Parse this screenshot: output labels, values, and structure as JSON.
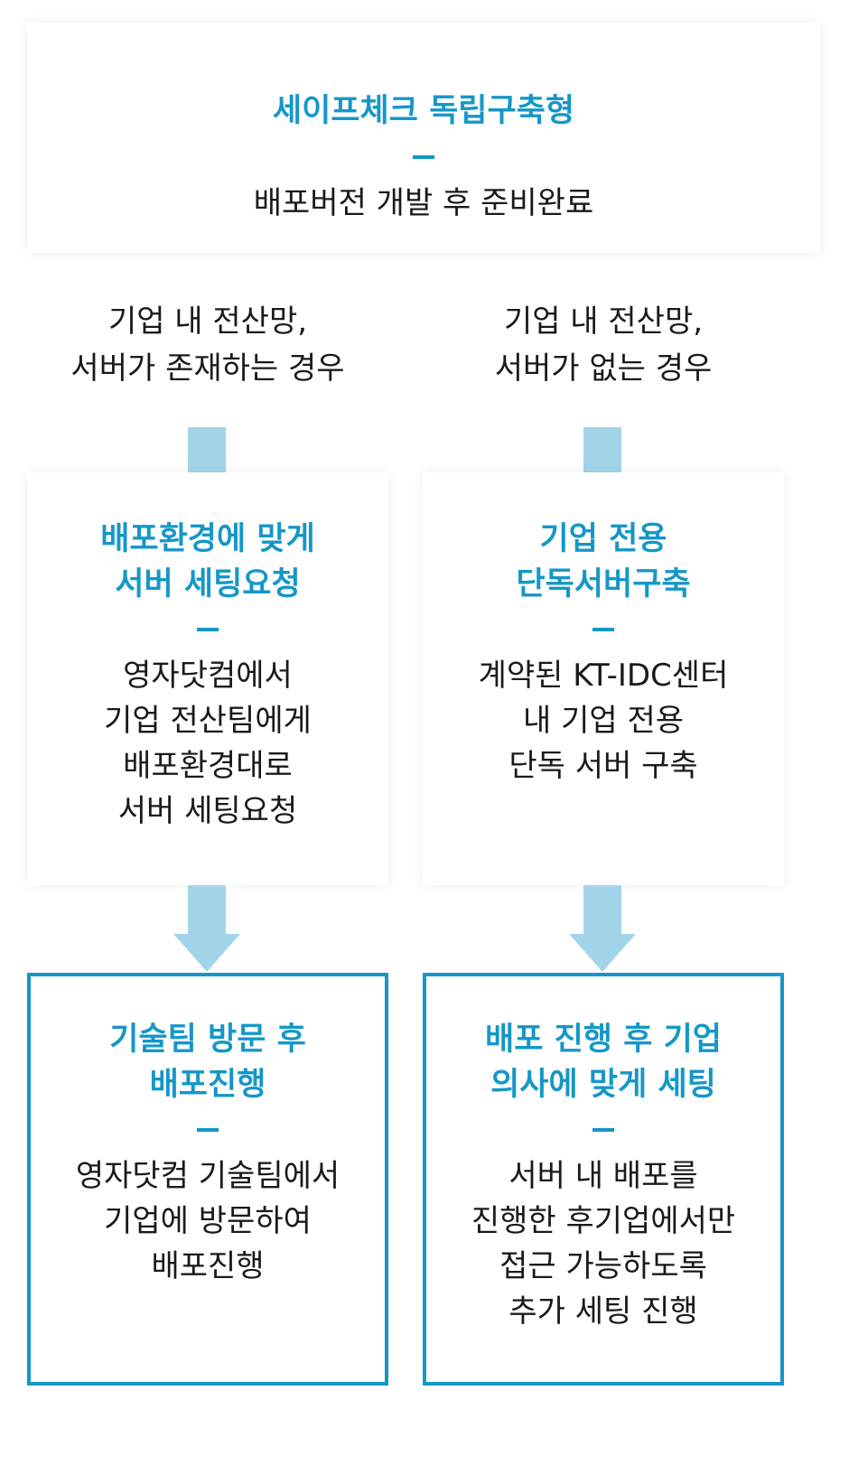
{
  "top": {
    "title": "세이프체크 독립구축형",
    "desc": "배포버전 개발 후 준비완료"
  },
  "left": {
    "condition": "기업 내 전산망,\n서버가 존재하는 경우",
    "step1": {
      "title": "배포환경에 맞게\n서버 세팅요청",
      "desc": "영자닷컴에서\n기업 전산팀에게\n배포환경대로\n서버 세팅요청"
    },
    "step2": {
      "title": "기술팀 방문 후\n배포진행",
      "desc": "영자닷컴 기술팀에서\n기업에 방문하여\n배포진행"
    }
  },
  "right": {
    "condition": "기업 내 전산망,\n서버가 없는 경우",
    "step1": {
      "title": "기업 전용\n단독서버구축",
      "desc": "계약된 KT-IDC센터\n내 기업 전용\n단독 서버 구축"
    },
    "step2": {
      "title": "배포 진행 후 기업\n의사에 맞게 세팅",
      "desc": "서버 내 배포를\n진행한 후기업에서만\n접근 가능하도록\n추가 세팅 진행"
    }
  },
  "colors": {
    "accent": "#1597c7",
    "connector": "#a3d5ea",
    "text": "#1a1a1a"
  }
}
